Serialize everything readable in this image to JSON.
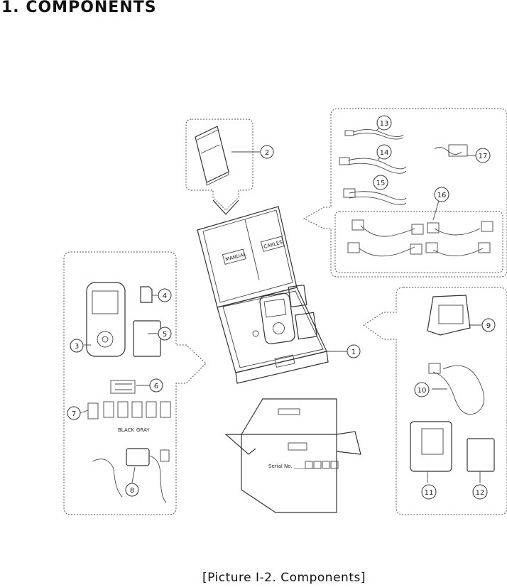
{
  "heading": "1. COMPONENTS",
  "caption": "[Picture I-2. Components]",
  "case_labels": {
    "manual": "MANUAL",
    "cables": "CABLES"
  },
  "adapter_labels": {
    "black": "BLACK",
    "gray": "GRAY"
  },
  "box_label": "Serial No. ___________",
  "callouts": [
    "1",
    "2",
    "3",
    "4",
    "5",
    "6",
    "7",
    "8",
    "9",
    "10",
    "11",
    "12",
    "13",
    "14",
    "15",
    "16",
    "17"
  ]
}
